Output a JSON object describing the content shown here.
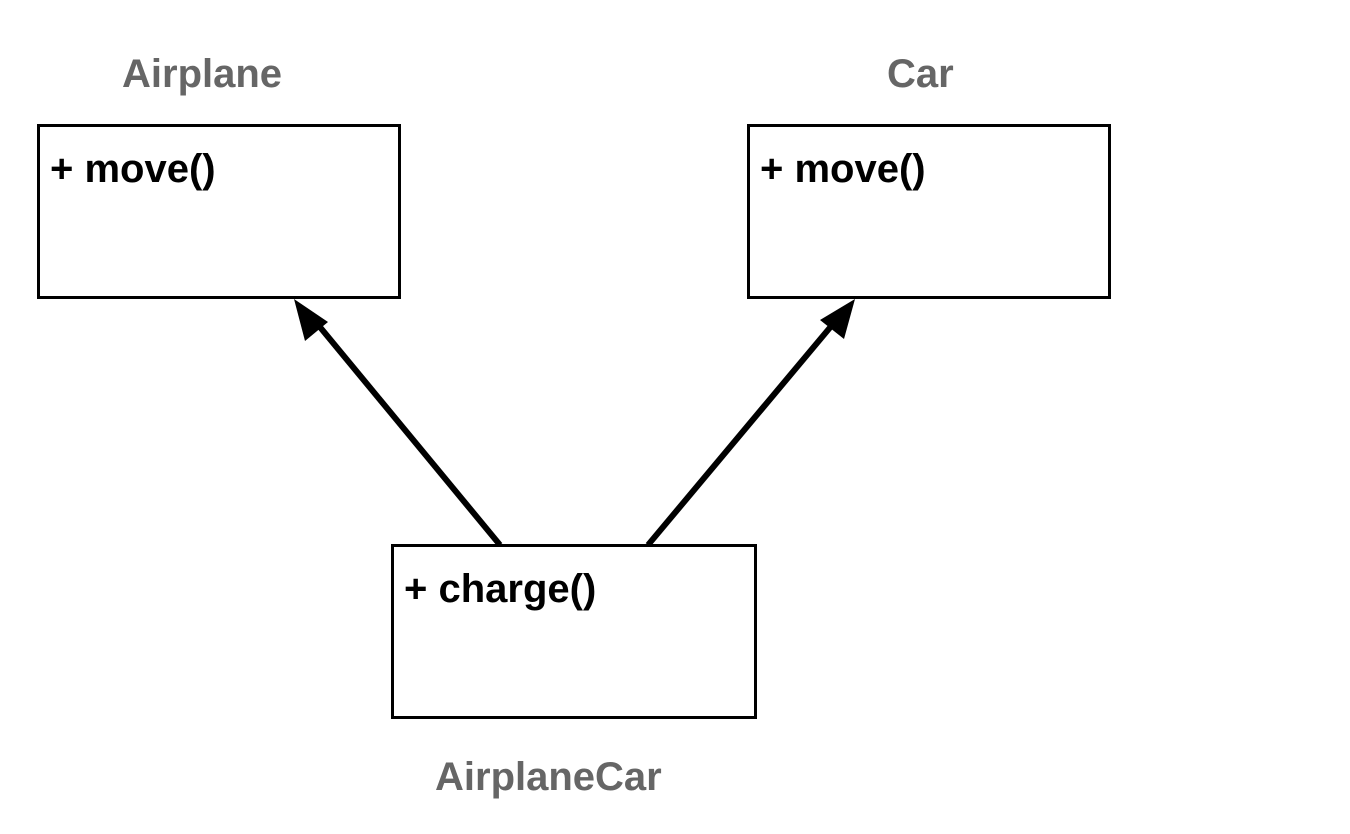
{
  "colors": {
    "title": "#666666",
    "border": "#000000",
    "text": "#000000",
    "background": "#ffffff"
  },
  "classes": {
    "airplane": {
      "name": "Airplane",
      "methods": [
        "+ move()"
      ]
    },
    "car": {
      "name": "Car",
      "methods": [
        "+ move()"
      ]
    },
    "airplane_car": {
      "name": "AirplaneCar",
      "methods": [
        "+ charge()"
      ]
    }
  },
  "relations": [
    {
      "from": "AirplaneCar",
      "to": "Airplane",
      "type": "inheritance"
    },
    {
      "from": "AirplaneCar",
      "to": "Car",
      "type": "inheritance"
    }
  ]
}
